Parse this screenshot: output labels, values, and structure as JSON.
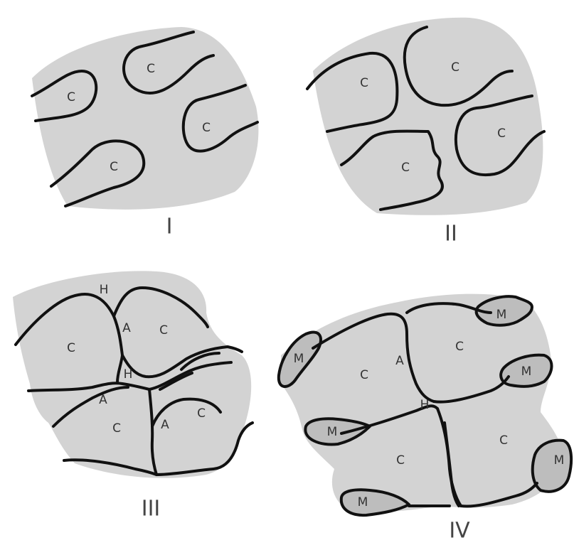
{
  "labels": {
    "cell": "C",
    "hemicellulose": "H",
    "cell_angle": "A",
    "middle_lamella": "M"
  },
  "stages": [
    {
      "numeral": "I"
    },
    {
      "numeral": "II"
    },
    {
      "numeral": "III"
    },
    {
      "numeral": "IV"
    }
  ],
  "colors": {
    "matrix": "#d3d3d3",
    "lamella": "#bdbdbd",
    "wall": "#111111"
  }
}
